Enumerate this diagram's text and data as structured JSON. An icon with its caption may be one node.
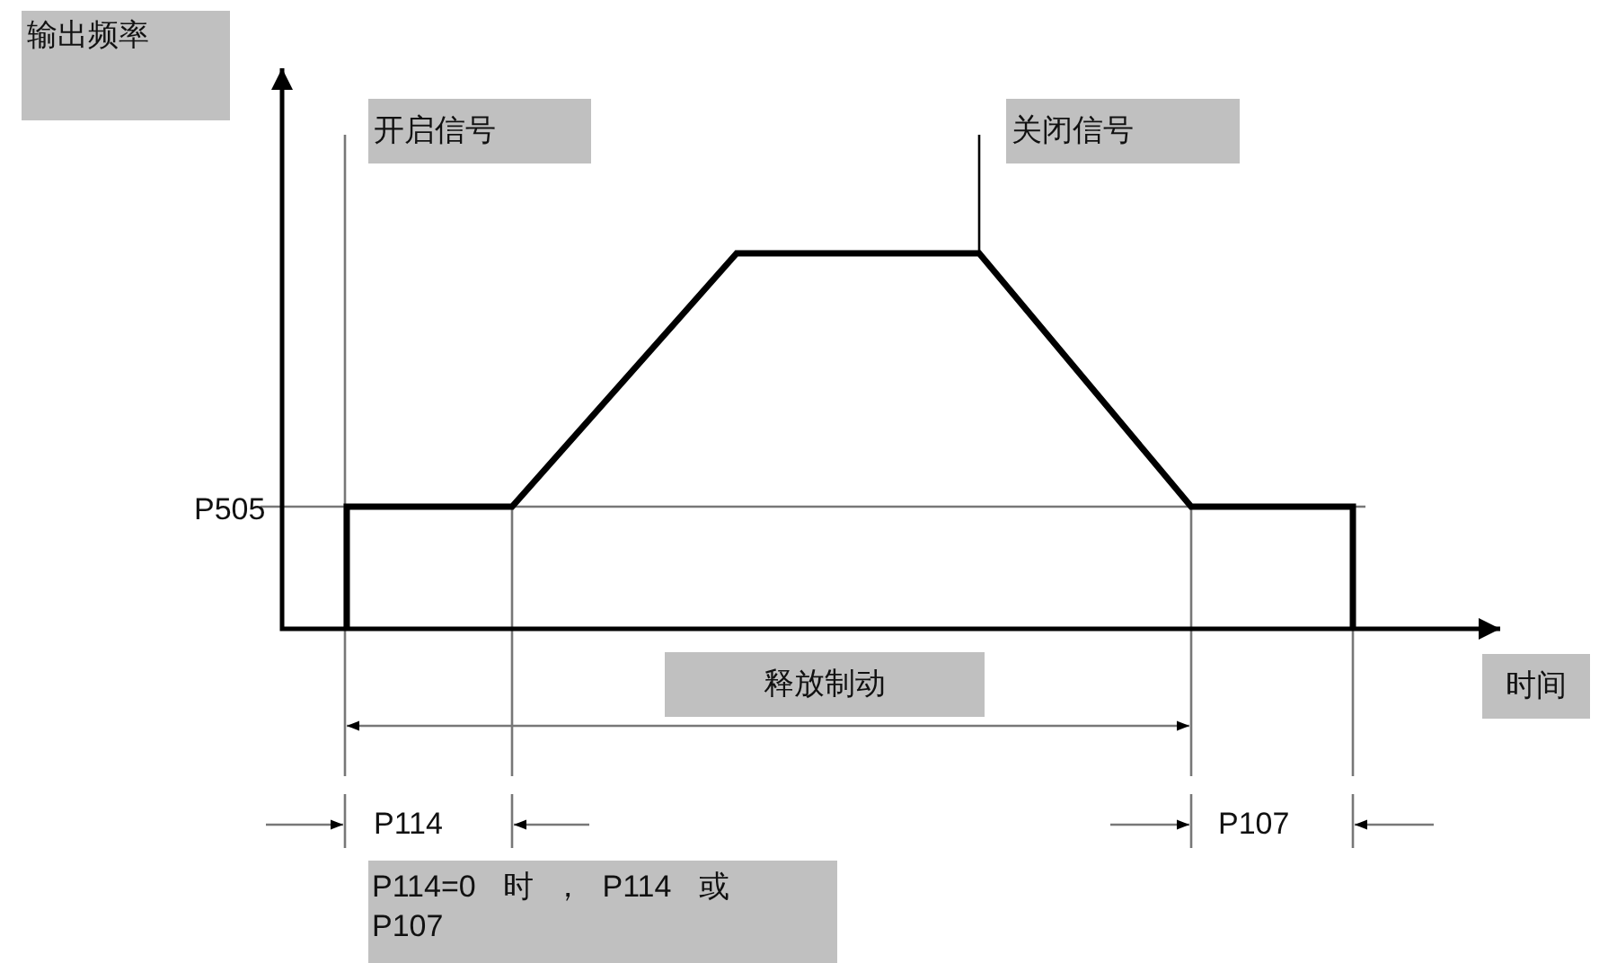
{
  "diagram": {
    "labels": [
      "输出频率",
      "开启信号",
      "关闭信号",
      "P505",
      "释放制动",
      "时间",
      "P114",
      "P107",
      "P114=0 时，P114 或 P107"
    ]
  }
}
